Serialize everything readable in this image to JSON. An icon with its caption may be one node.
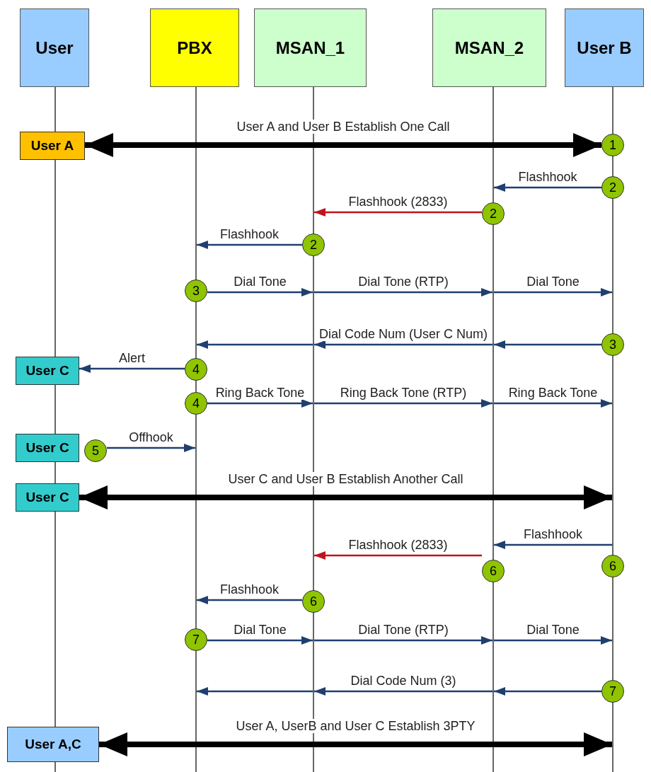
{
  "diagram": {
    "nodes": [
      {
        "text": [
          "User"
        ]
      },
      {
        "text": [
          "PBX"
        ]
      },
      {
        "text": [
          "MSAN_1"
        ]
      },
      {
        "text": [
          "MSAN_2"
        ]
      },
      {
        "text": [
          "User B"
        ]
      },
      {
        "text": [],
        "shape": "line"
      },
      {
        "text": [],
        "shape": "line"
      },
      {
        "text": [],
        "shape": "line"
      },
      {
        "text": [],
        "shape": "line"
      },
      {
        "text": [],
        "shape": "line"
      },
      {
        "text": [
          "User A"
        ]
      },
      {
        "text": [
          "User C"
        ]
      },
      {
        "text": [
          "User C"
        ]
      },
      {
        "text": [
          "User C"
        ]
      },
      {
        "text": [
          "User A,C"
        ]
      },
      {
        "text": [
          "1"
        ]
      },
      {
        "text": [
          "2"
        ]
      },
      {
        "text": [
          "2"
        ]
      },
      {
        "text": [
          "2"
        ]
      },
      {
        "text": [
          "3"
        ]
      },
      {
        "text": [
          "3"
        ]
      },
      {
        "text": [
          "4"
        ]
      },
      {
        "text": [
          "4"
        ]
      },
      {
        "text": [
          "5"
        ]
      },
      {
        "text": [
          "6"
        ]
      },
      {
        "text": [
          "6"
        ]
      },
      {
        "text": [
          "6"
        ]
      },
      {
        "text": [
          "7"
        ]
      },
      {
        "text": [
          "7"
        ]
      }
    ],
    "edges": [
      {
        "from": 10,
        "to": 15,
        "arrow": "both",
        "label": "User A and User B Establish One Call",
        "style": "thick",
        "color": "#000000"
      },
      {
        "from": 16,
        "to": 8,
        "arrow": "to",
        "label": "Flashhook"
      },
      {
        "from": 17,
        "to": 7,
        "arrow": "to",
        "label": "Flashhook (2833)",
        "color": "#c0141e"
      },
      {
        "from": 18,
        "to": 6,
        "arrow": "to",
        "label": "Flashhook"
      },
      {
        "from": 19,
        "to": 7,
        "arrow": "to",
        "label": "Dial Tone"
      },
      {
        "from": 7,
        "to": 8,
        "arrow": "to",
        "label": "Dial Tone (RTP)"
      },
      {
        "from": 8,
        "to": 9,
        "arrow": "to",
        "label": "Dial Tone"
      },
      {
        "from": 20,
        "to": 8,
        "arrow": "to"
      },
      {
        "from": 8,
        "to": 7,
        "arrow": "to",
        "label": "Dial Code Num (User C Num)"
      },
      {
        "from": 7,
        "to": 6,
        "arrow": "to"
      },
      {
        "from": 21,
        "to": 11,
        "arrow": "to",
        "label": "Alert"
      },
      {
        "from": 22,
        "to": 7,
        "arrow": "to",
        "label": "Ring Back Tone"
      },
      {
        "from": 7,
        "to": 8,
        "arrow": "to",
        "label": "Ring Back Tone (RTP)"
      },
      {
        "from": 8,
        "to": 9,
        "arrow": "to",
        "label": "Ring Back Tone"
      },
      {
        "from": 23,
        "to": 6,
        "arrow": "to",
        "label": "Offhook"
      },
      {
        "from": 13,
        "to": 9,
        "arrow": "both",
        "label": "User C and User B Establish Another Call",
        "style": "thick",
        "color": "#000000"
      },
      {
        "from": 9,
        "to": 8,
        "arrow": "to",
        "label": "Flashhook"
      },
      {
        "from": 25,
        "to": 7,
        "arrow": "to",
        "label": "Flashhook (2833)",
        "color": "#c0141e"
      },
      {
        "from": 26,
        "to": 6,
        "arrow": "to",
        "label": "Flashhook"
      },
      {
        "from": 27,
        "to": 7,
        "arrow": "to",
        "label": "Dial Tone"
      },
      {
        "from": 7,
        "to": 8,
        "arrow": "to",
        "label": "Dial Tone (RTP)"
      },
      {
        "from": 8,
        "to": 9,
        "arrow": "to",
        "label": "Dial Tone"
      },
      {
        "from": 28,
        "to": 8,
        "arrow": "to"
      },
      {
        "from": 8,
        "to": 7,
        "arrow": "to",
        "label": "Dial Code Num (3)"
      },
      {
        "from": 7,
        "to": 6,
        "arrow": "to"
      },
      {
        "from": 14,
        "to": 9,
        "arrow": "both",
        "label": "User A, UserB and User C Establish 3PTY",
        "style": "thick",
        "color": "#000000"
      }
    ]
  }
}
